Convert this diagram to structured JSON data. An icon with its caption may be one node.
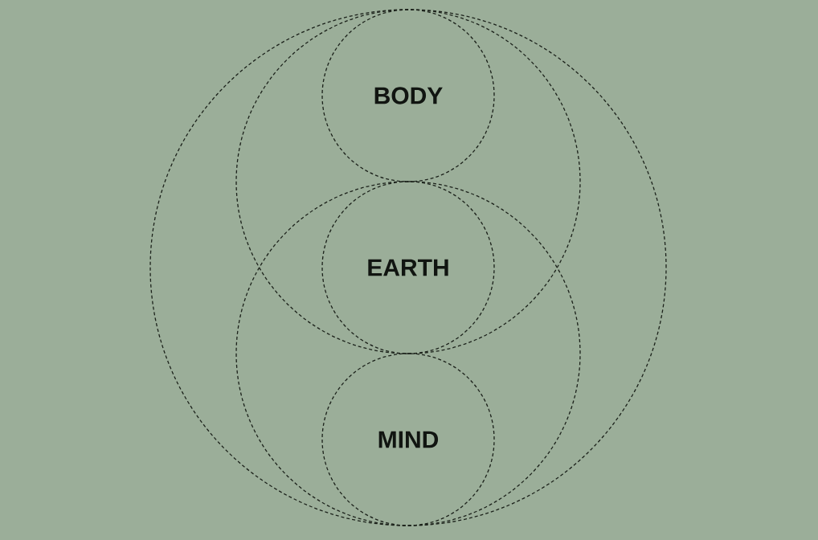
{
  "diagram": {
    "nodes": [
      {
        "text": [],
        "shape": "circle"
      },
      {
        "text": [],
        "shape": "circle",
        "in": 0
      },
      {
        "text": [],
        "shape": "circle",
        "in": 0
      },
      {
        "text": [
          "BODY"
        ],
        "in": 1
      },
      {
        "text": [
          "EARTH"
        ]
      },
      {
        "text": [
          "MIND"
        ],
        "in": 2
      }
    ]
  }
}
